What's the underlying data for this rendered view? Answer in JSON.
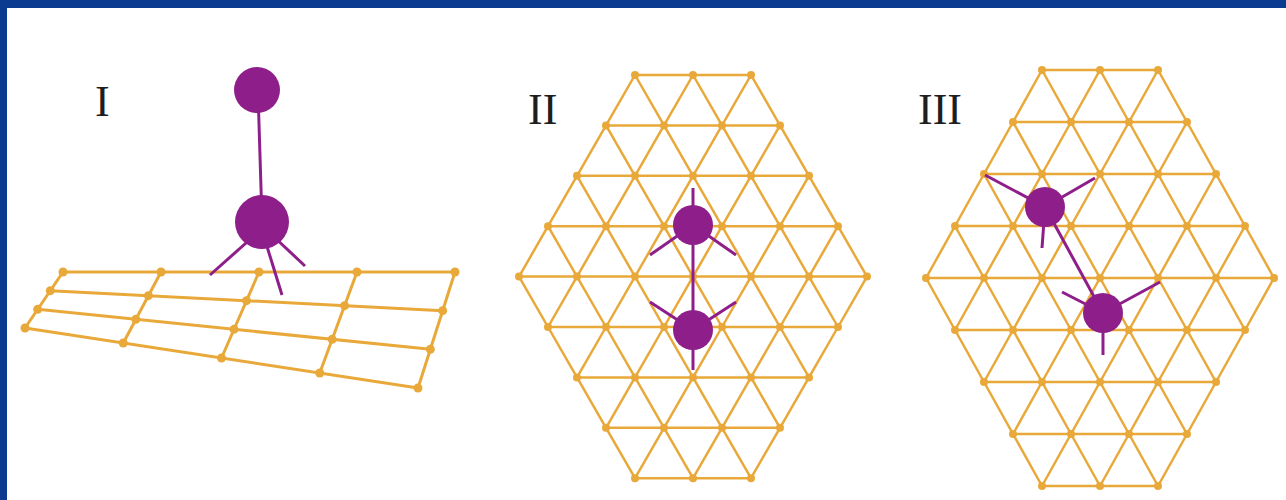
{
  "diagram": {
    "labels": [
      "I",
      "II",
      "III"
    ]
  }
}
